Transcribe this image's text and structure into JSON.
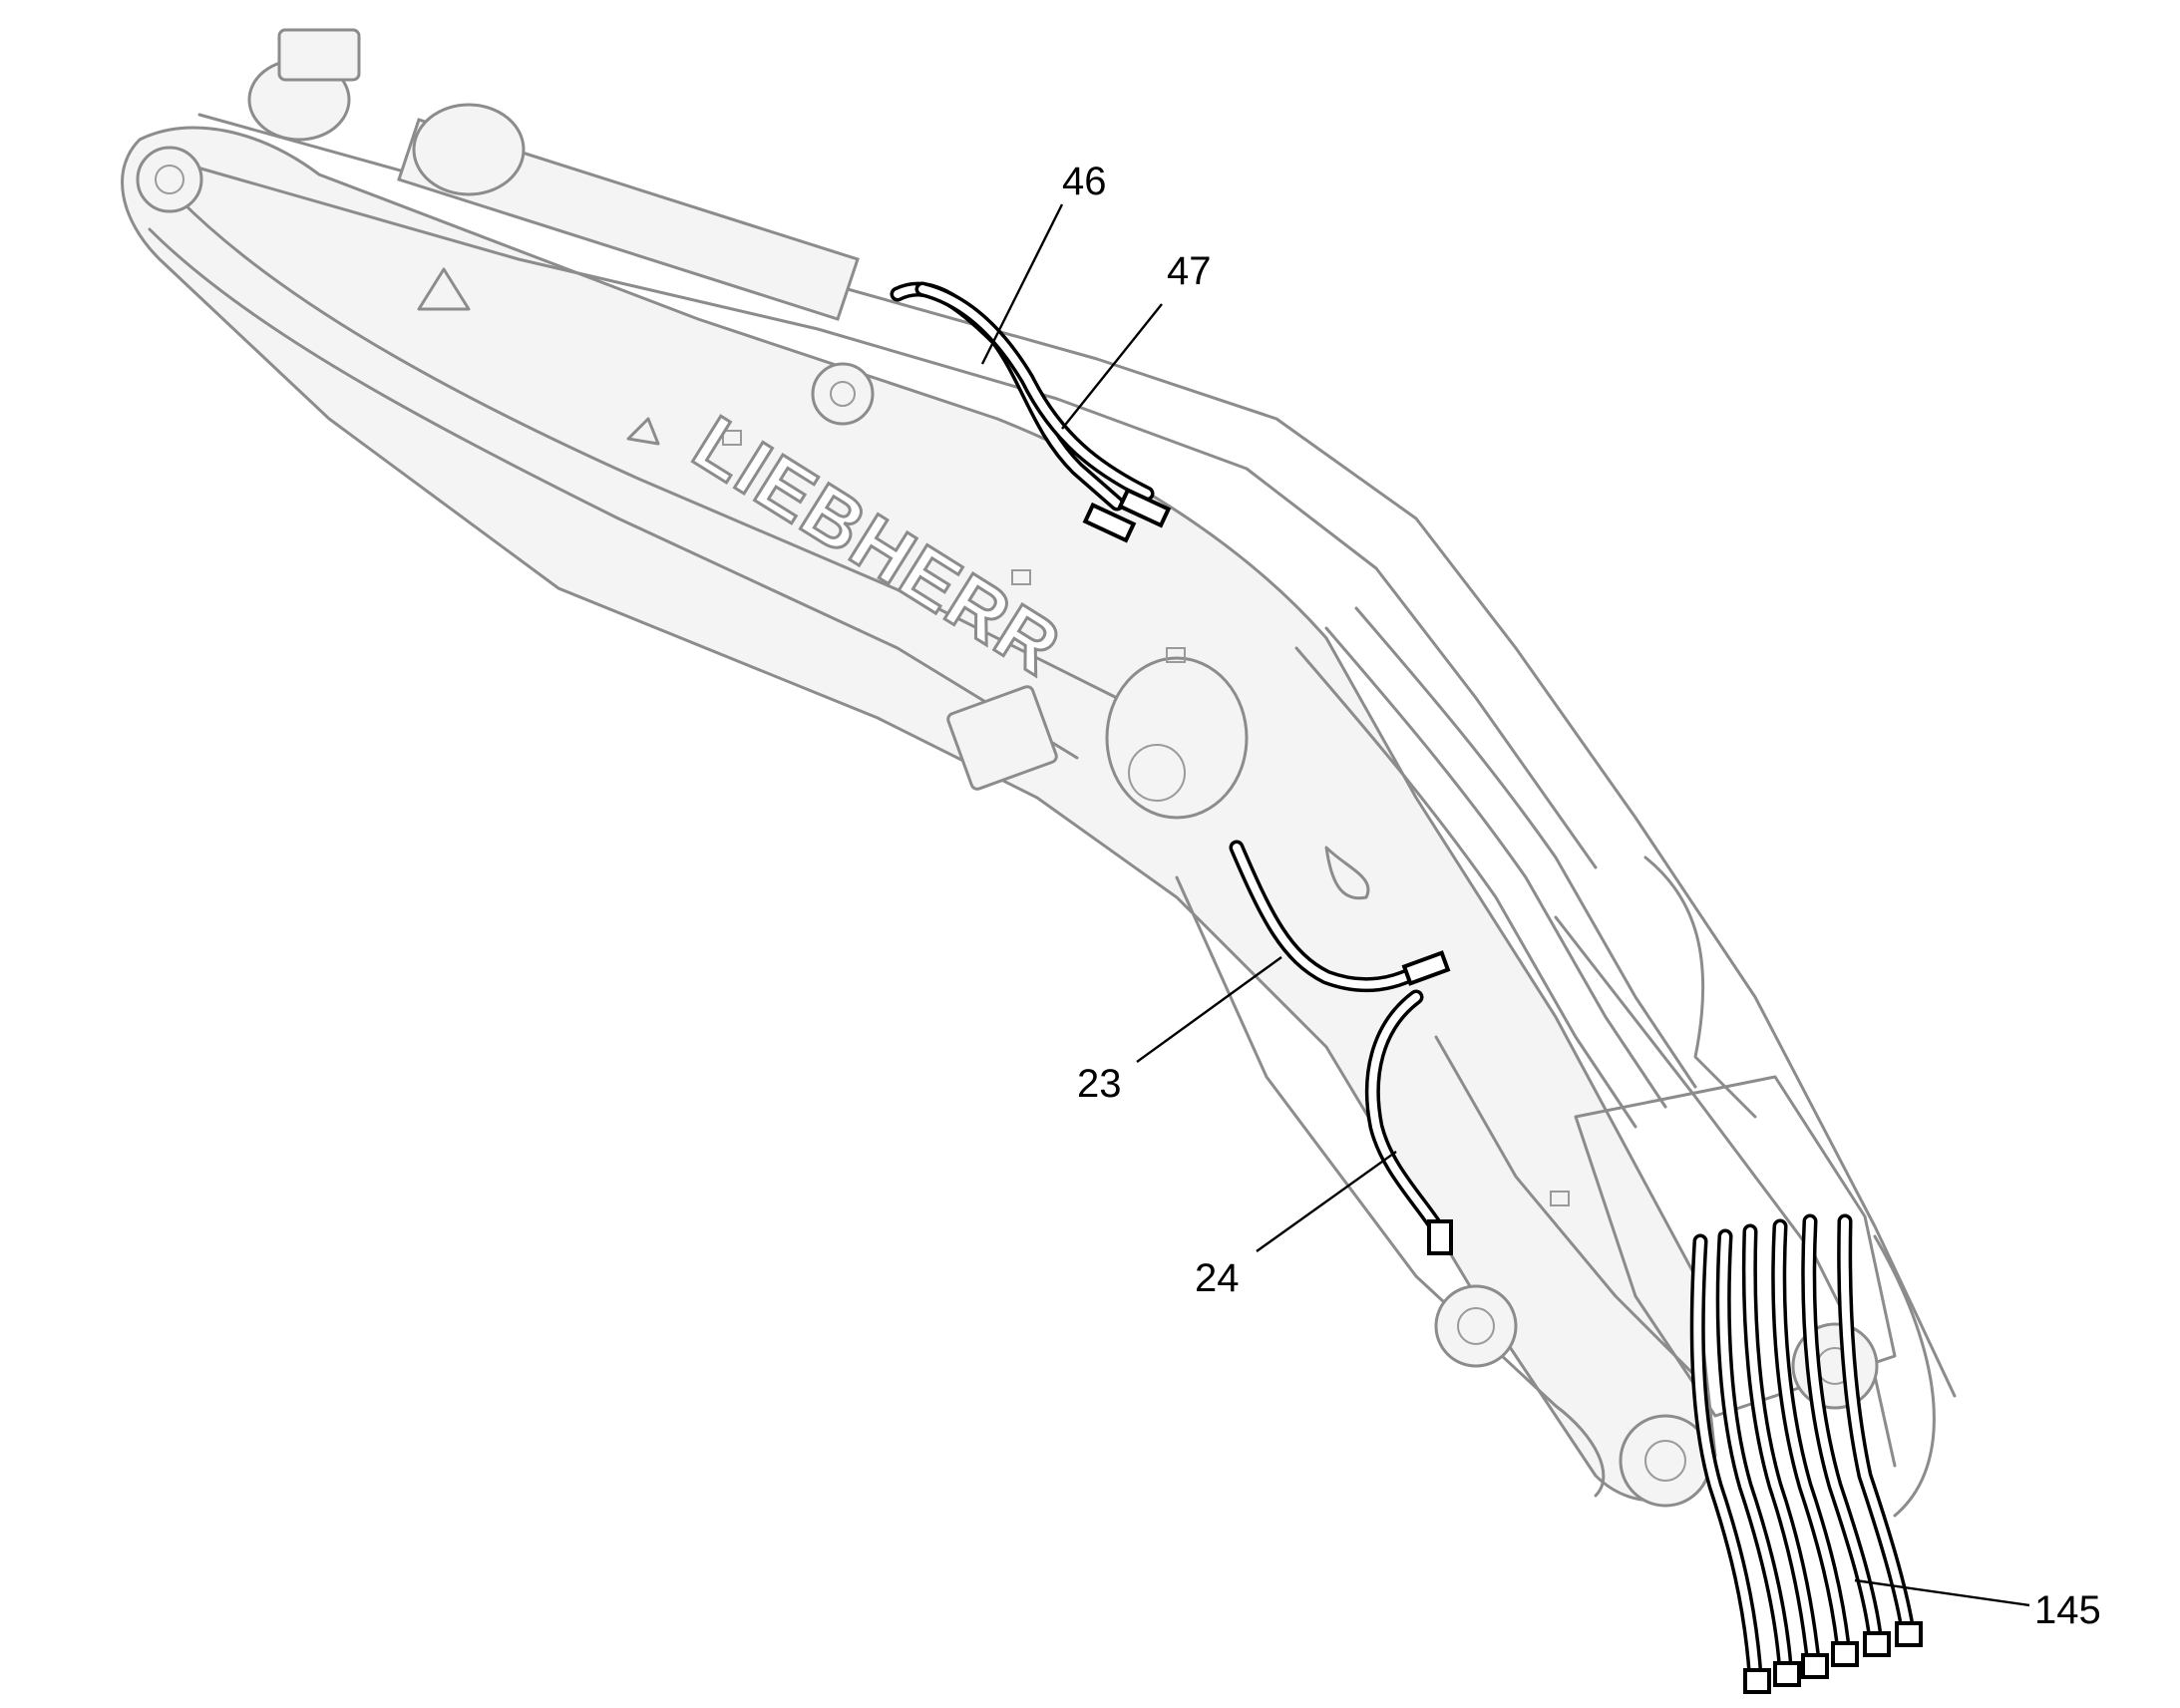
{
  "drawing": {
    "brand_text": "LIEBHERR",
    "line_color": "#8c8c8c",
    "hose_color": "#000000"
  },
  "callouts": [
    {
      "id": "46",
      "label": "46",
      "part": "hose"
    },
    {
      "id": "47",
      "label": "47",
      "part": "hose"
    },
    {
      "id": "23",
      "label": "23",
      "part": "hose"
    },
    {
      "id": "24",
      "label": "24",
      "part": "hose"
    },
    {
      "id": "145",
      "label": "145",
      "part": "hose-bundle"
    }
  ]
}
